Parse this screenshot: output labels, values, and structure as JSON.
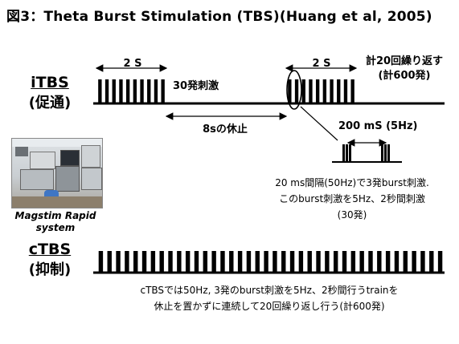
{
  "title": "図3：Theta Burst Stimulation (TBS)(Huang et al, 2005)",
  "itbs": {
    "name": "iTBS",
    "sub": "(促通)",
    "train_duration_label": "2 S",
    "train_duration_label_2": "2 S",
    "pulses_label": "30発刺激",
    "rest_label": "8sの休止",
    "total_label_line1": "計20回繰り返す",
    "total_label_line2": "(計600発)",
    "interval_label": "200 mS (5Hz)"
  },
  "burst_note": {
    "line1": "20 ms間隔(50Hz)で3発burst刺激.",
    "line2": "このburst刺激を5Hz、2秒間刺激",
    "line3": "(30発)"
  },
  "photo_caption": {
    "line1": "Magstim Rapid",
    "line2": "system"
  },
  "ctbs": {
    "name": "cTBS",
    "sub": "(抑制)",
    "note_line1": "cTBSでは50Hz, 3発のburst刺激を5Hz、2秒間行うtrainを",
    "note_line2": "休止を置かずに連続して20回繰り返し行う(計600発)"
  },
  "colors": {
    "line": "#000000",
    "background": "#ffffff"
  },
  "pulse_counts": {
    "itbs_train_bursts": 10,
    "ctbs_bursts": 40,
    "zoom_bursts": 2,
    "pulses_per_burst": 3
  }
}
